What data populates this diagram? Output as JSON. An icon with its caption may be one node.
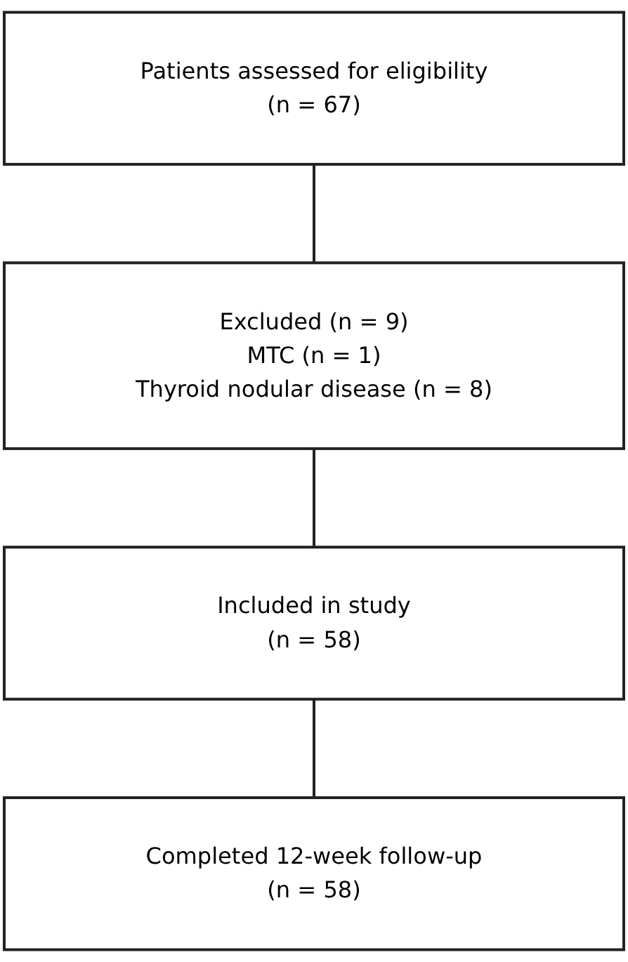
{
  "diagram": {
    "nodes": [
      {
        "text": [
          "Patients assessed for eligibility",
          "(n = 67)"
        ]
      },
      {
        "text": [
          "Excluded (n = 9)",
          "MTC (n = 1)",
          "Thyroid nodular disease (n = 8)"
        ]
      },
      {
        "text": [
          "Included in study",
          "(n = 58)"
        ]
      },
      {
        "text": [
          "Completed 12-week follow-up",
          "(n = 58)"
        ]
      }
    ],
    "edges": [
      {
        "from": 0,
        "to": 1,
        "arrow": "none"
      },
      {
        "from": 1,
        "to": 2,
        "arrow": "none"
      },
      {
        "from": 2,
        "to": 3,
        "arrow": "none"
      }
    ]
  }
}
